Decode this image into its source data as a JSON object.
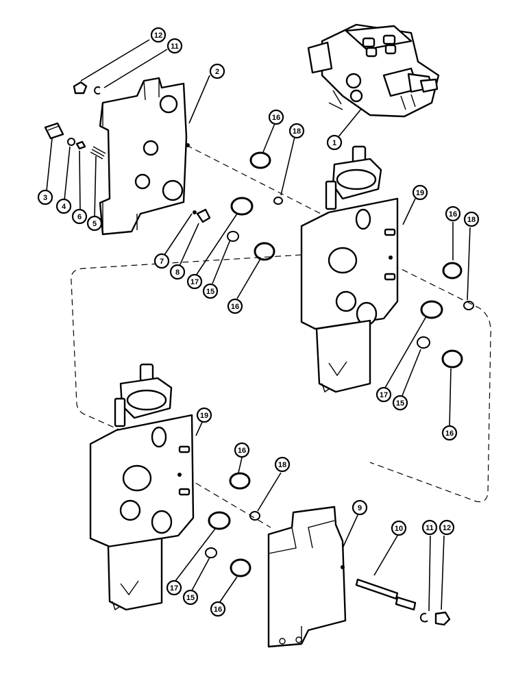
{
  "callouts": [
    {
      "id": "c12a",
      "label": "12"
    },
    {
      "id": "c11a",
      "label": "11"
    },
    {
      "id": "c2",
      "label": "2"
    },
    {
      "id": "c1",
      "label": "1"
    },
    {
      "id": "c16a",
      "label": "16"
    },
    {
      "id": "c18a",
      "label": "18"
    },
    {
      "id": "c3",
      "label": "3"
    },
    {
      "id": "c4",
      "label": "4"
    },
    {
      "id": "c6",
      "label": "6"
    },
    {
      "id": "c5",
      "label": "5"
    },
    {
      "id": "c7",
      "label": "7"
    },
    {
      "id": "c8",
      "label": "8"
    },
    {
      "id": "c17a",
      "label": "17"
    },
    {
      "id": "c15a",
      "label": "15"
    },
    {
      "id": "c16b",
      "label": "16"
    },
    {
      "id": "c19a",
      "label": "19"
    },
    {
      "id": "c16c",
      "label": "16"
    },
    {
      "id": "c18b",
      "label": "18"
    },
    {
      "id": "c17b",
      "label": "17"
    },
    {
      "id": "c15b",
      "label": "15"
    },
    {
      "id": "c16d",
      "label": "16"
    },
    {
      "id": "c19b",
      "label": "19"
    },
    {
      "id": "c16e",
      "label": "16"
    },
    {
      "id": "c18c",
      "label": "18"
    },
    {
      "id": "c9",
      "label": "9"
    },
    {
      "id": "c10",
      "label": "10"
    },
    {
      "id": "c11b",
      "label": "11"
    },
    {
      "id": "c12b",
      "label": "12"
    },
    {
      "id": "c17c",
      "label": "17"
    },
    {
      "id": "c15c",
      "label": "15"
    },
    {
      "id": "c16f",
      "label": "16"
    }
  ]
}
